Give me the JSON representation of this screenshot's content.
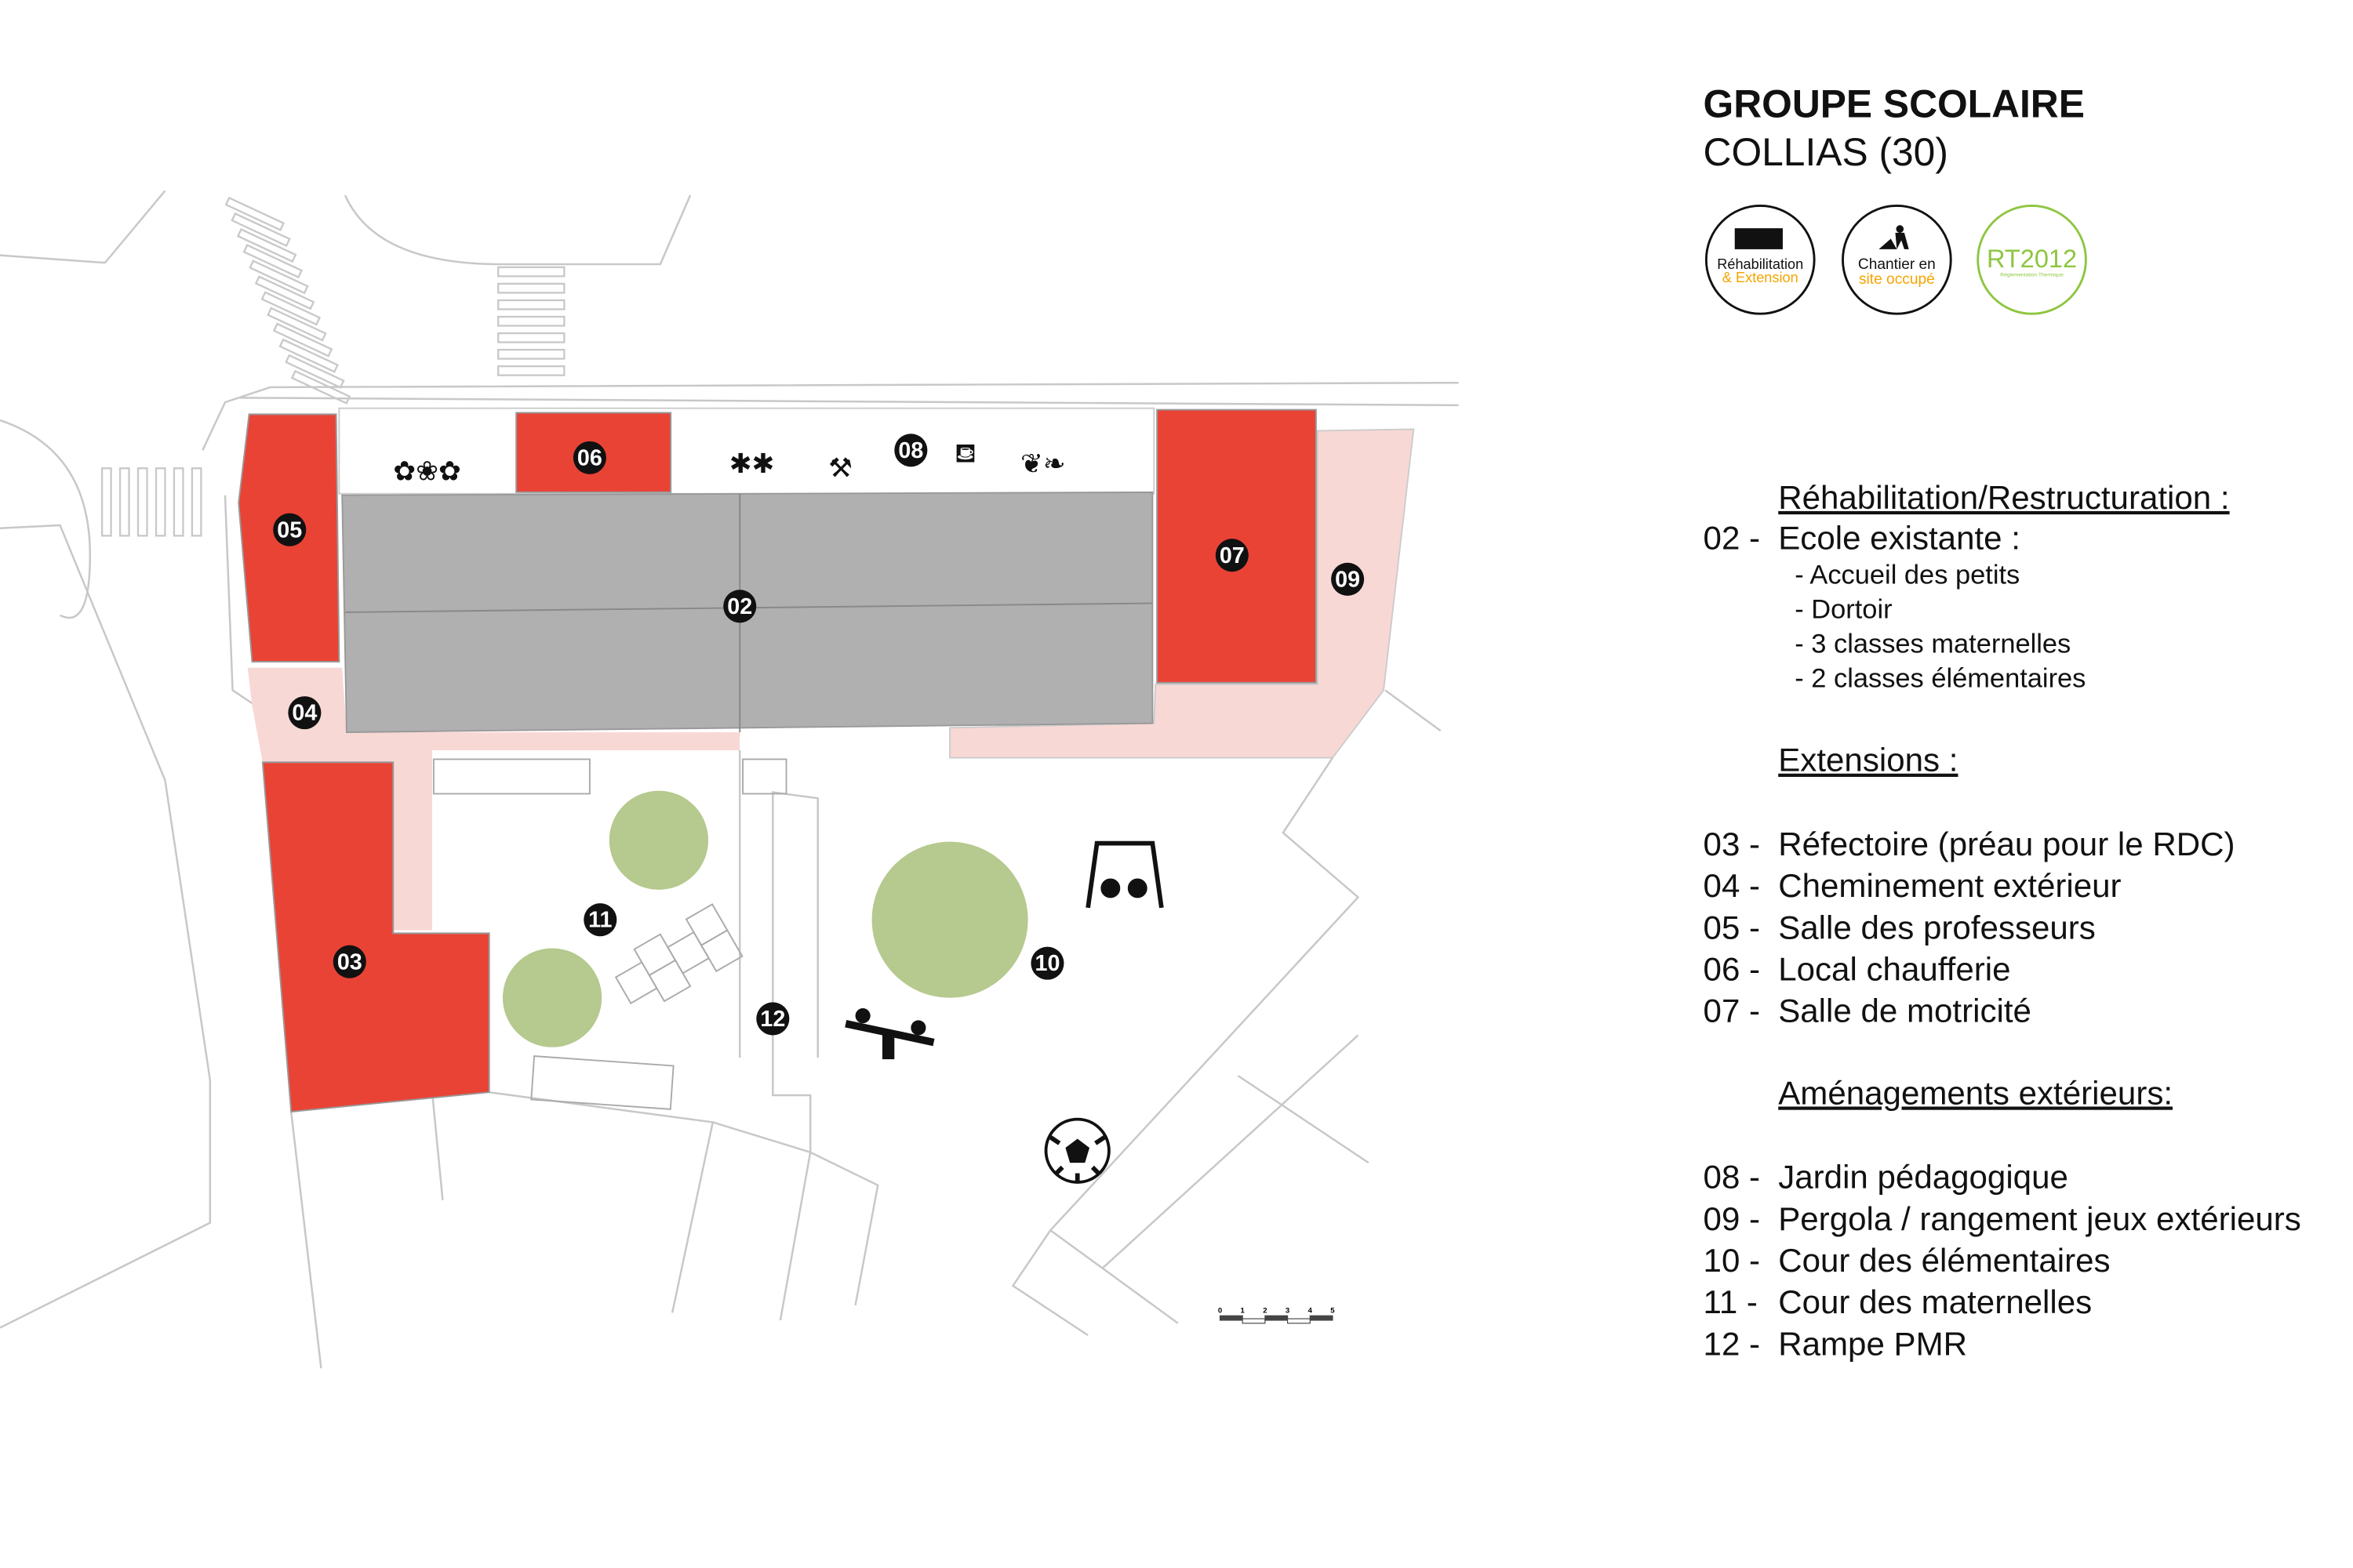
{
  "title": {
    "line1": "GROUPE SCOLAIRE",
    "line2": "COLLIAS (30)"
  },
  "badges": [
    {
      "line1": "Réhabilitation",
      "line2": "& Extension",
      "icon": "puzzle-icon"
    },
    {
      "line1": "Chantier en",
      "line2": "site occupé",
      "icon": "worker-shovel-icon"
    },
    {
      "line1": "RT2012",
      "line2": "Réglementation Thermique"
    }
  ],
  "colors": {
    "extension": "#e94336",
    "existing": "#b0b0b0",
    "exterior": "#f8d8d5",
    "tree": "#b6c98e",
    "orange": "#f5a400",
    "green": "#8dc63f"
  },
  "legend": {
    "rehab_heading": "Réhabilitation/Restructuration :",
    "item02": {
      "num": "02 -",
      "label": "Ecole existante :"
    },
    "sub": [
      "- Accueil des petits",
      "- Dortoir",
      "- 3 classes maternelles",
      "- 2 classes élémentaires"
    ],
    "ext_heading": "Extensions :",
    "extensions": [
      {
        "num": "03 -",
        "label": "Réfectoire (préau pour le RDC)"
      },
      {
        "num": "04 -",
        "label": "Cheminement extérieur"
      },
      {
        "num": "05 -",
        "label": "Salle des professeurs"
      },
      {
        "num": "06 -",
        "label": "Local chaufferie"
      },
      {
        "num": "07 -",
        "label": "Salle de motricité"
      }
    ],
    "amen_heading": "Aménagements extérieurs:",
    "amenagements": [
      {
        "num": "08 -",
        "label": "Jardin pédagogique"
      },
      {
        "num": "09 -",
        "label": "Pergola / rangement jeux extérieurs"
      },
      {
        "num": "10 -",
        "label": "Cour des élémentaires"
      },
      {
        "num": "11 -",
        "label": "Cour des maternelles"
      },
      {
        "num": "12 -",
        "label": "Rampe PMR"
      }
    ]
  },
  "markers": [
    "02",
    "03",
    "04",
    "05",
    "06",
    "07",
    "08",
    "09",
    "10",
    "11",
    "12"
  ],
  "scale": [
    "0",
    "1",
    "2",
    "3",
    "4",
    "5"
  ]
}
